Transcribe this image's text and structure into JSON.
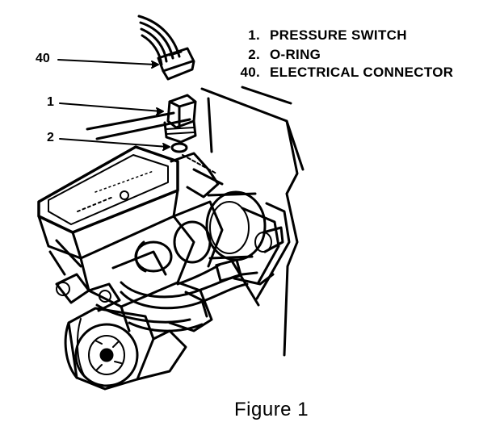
{
  "figure": {
    "caption": "Figure 1"
  },
  "legend": [
    {
      "number": "1.",
      "label": "PRESSURE SWITCH"
    },
    {
      "number": "2.",
      "label": "O-RING"
    },
    {
      "number": "40.",
      "label": "ELECTRICAL CONNECTOR"
    }
  ],
  "callouts": [
    {
      "id": "40",
      "text": "40"
    },
    {
      "id": "1",
      "text": "1"
    },
    {
      "id": "2",
      "text": "2"
    }
  ],
  "colors": {
    "ink": "#000000",
    "paper": "#ffffff"
  }
}
